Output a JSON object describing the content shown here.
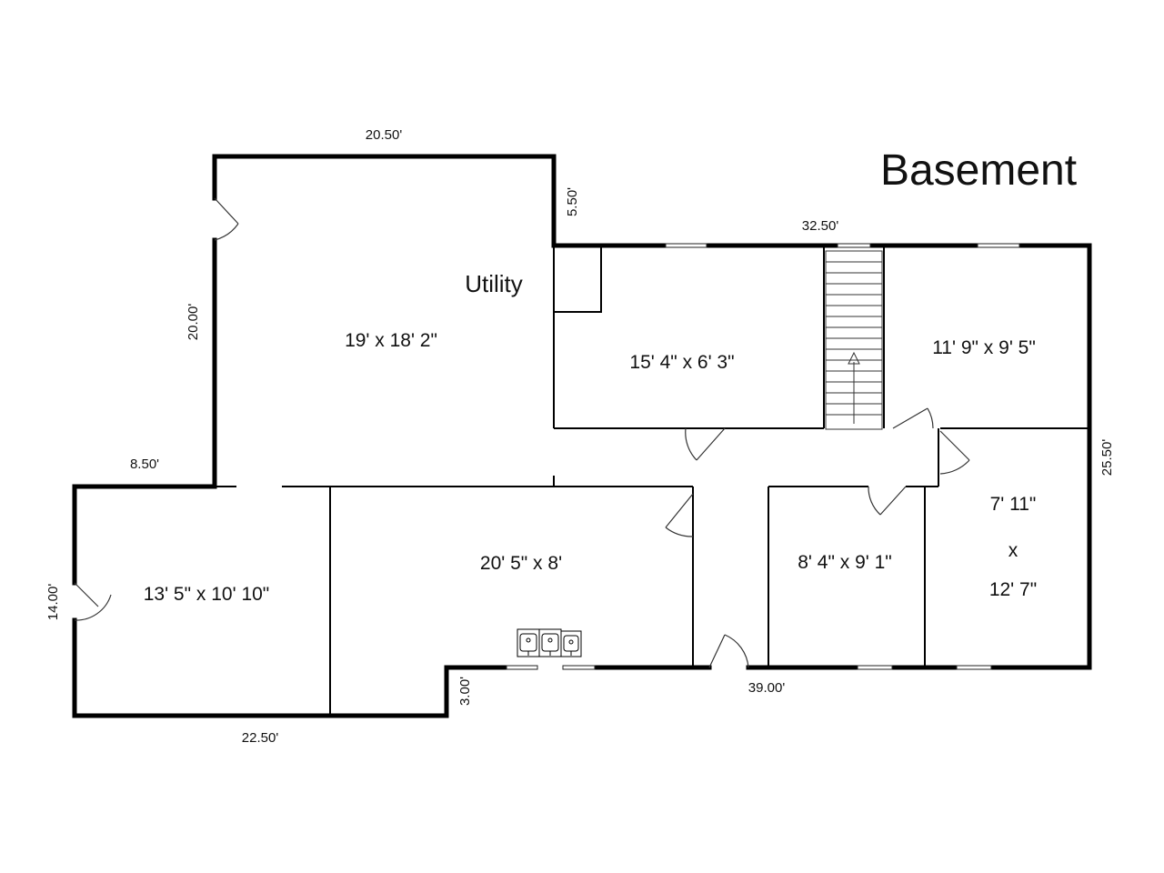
{
  "title": "Basement",
  "rooms": {
    "utility_name": "Utility",
    "utility_size": "19' x 18' 2\"",
    "upper_middle": "15' 4\" x 6' 3\"",
    "upper_right": "11' 9\" x 9' 5\"",
    "left_room": "13' 5\" x 10' 10\"",
    "center_room": "20' 5\" x 8'",
    "lower_middle": "8' 4\" x 9' 1\"",
    "right_line1": "7' 11\"",
    "right_line2": "x",
    "right_line3": "12' 7\""
  },
  "dimensions": {
    "top_utility": "20.50'",
    "utility_step": "5.50'",
    "top_right": "32.50'",
    "left_utility": "20.00'",
    "left_step": "8.50'",
    "right_side": "25.50'",
    "left_room_side": "14.00'",
    "bottom_left": "22.50'",
    "bottom_step": "3.00'",
    "bottom_right": "39.00'"
  }
}
